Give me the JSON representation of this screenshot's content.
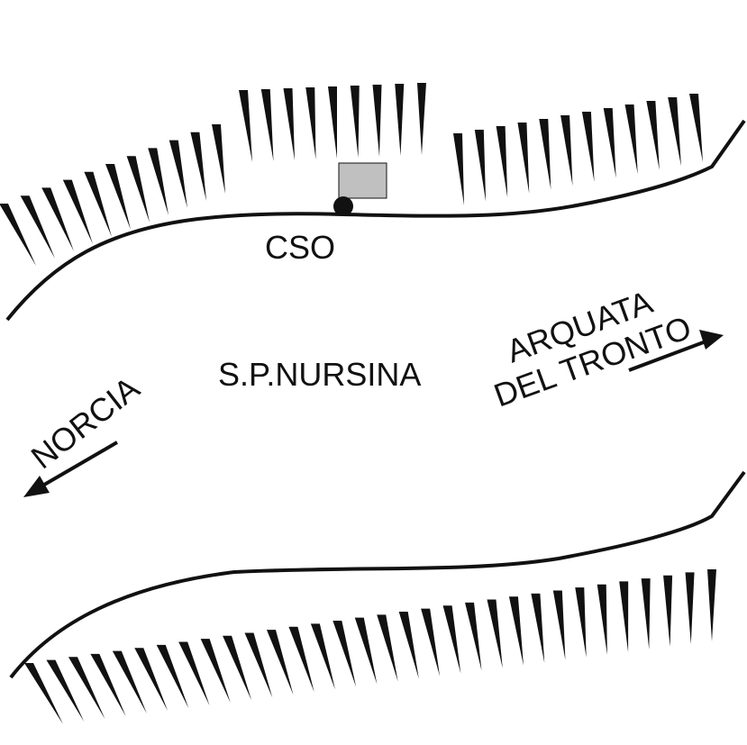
{
  "map": {
    "labels": {
      "station": "CSO",
      "road": "S.P.NURSINA",
      "west_destination": "NORCIA",
      "east_destination_line1": "ARQUATA",
      "east_destination_line2": "DEL TRONTO"
    },
    "colors": {
      "line": "#111111",
      "station_box": "#c0c0c0",
      "background": "#ffffff"
    }
  }
}
